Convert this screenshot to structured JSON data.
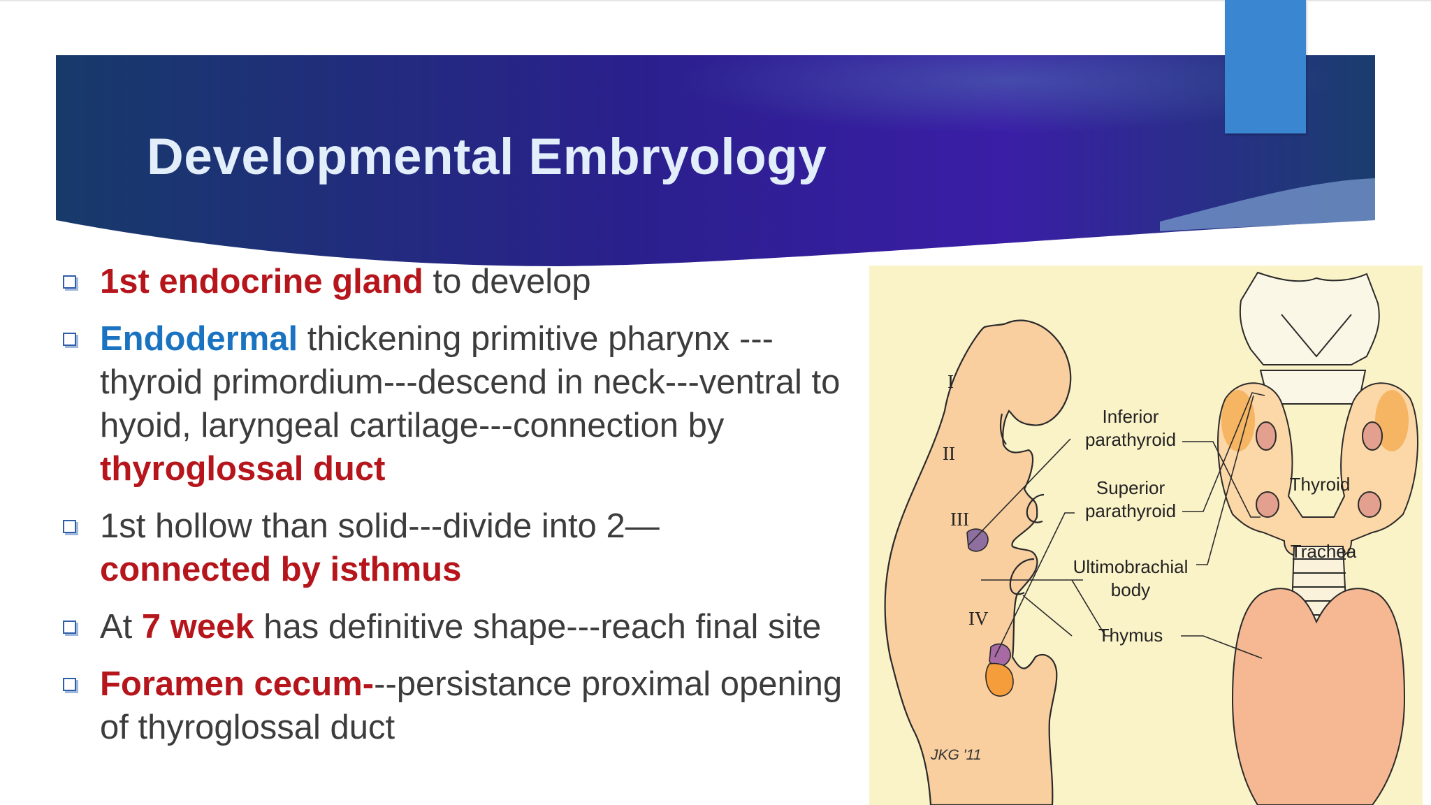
{
  "slide": {
    "title": "Developmental Embryology",
    "colors": {
      "banner_dark": "#173a6a",
      "banner_purple": "#3a1ea6",
      "title_text": "#e2eefa",
      "accent_tab": "#3a86d1",
      "emphasis_red": "#b5151b",
      "emphasis_blue": "#1a73c1",
      "body_text": "#3c3c3c"
    },
    "bullet_icon": "hollow-square-bullet-icon",
    "bullets": [
      {
        "parts": [
          "1st endocrine gland",
          " to develop"
        ]
      },
      {
        "parts": [
          "Endodermal",
          " thickening primitive pharynx ---thyroid primordium---descend in neck---ventral to hyoid, laryngeal cartilage---connection by ",
          "thyroglossal duct"
        ]
      },
      {
        "parts": [
          "1st hollow than solid---divide into 2—",
          "connected by isthmus"
        ]
      },
      {
        "parts": [
          "At ",
          "7 week",
          " has definitive shape---reach final site"
        ]
      },
      {
        "parts": [
          "Foramen cecum-",
          "--persistance proximal opening of thyroglossal duct"
        ]
      }
    ]
  },
  "figure": {
    "pouch_labels": [
      "I",
      "II",
      "III",
      "IV"
    ],
    "labels": {
      "inferior_parathyroid": [
        "Inferior",
        "parathyroid"
      ],
      "superior_parathyroid": [
        "Superior",
        "parathyroid"
      ],
      "ultimobranchial_body": [
        "Ultimobrachial",
        "body"
      ],
      "thymus": "Thymus",
      "thyroid": "Thyroid",
      "trachea": "Trachea"
    },
    "signature": "JKG '11"
  }
}
